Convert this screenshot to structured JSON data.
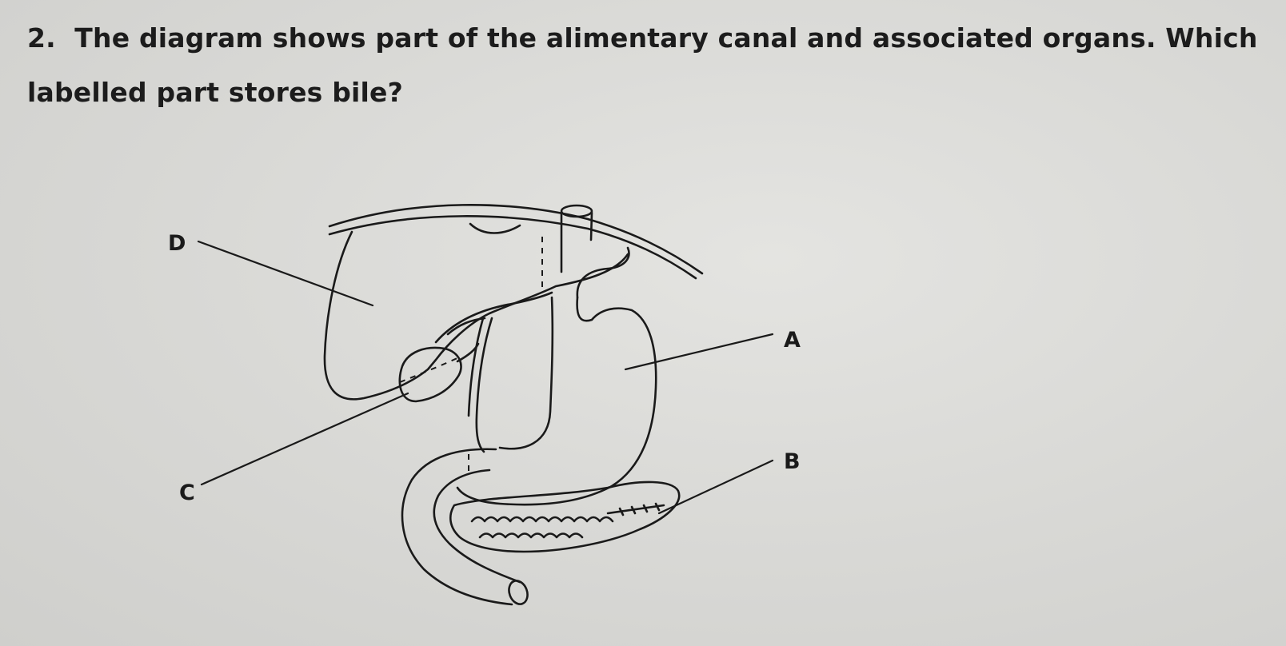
{
  "question": {
    "number": "2.",
    "text": "The diagram shows part of the alimentary canal and associated organs. Which labelled part stores bile?"
  },
  "diagram": {
    "labels": {
      "a": "A",
      "b": "B",
      "c": "C",
      "d": "D"
    }
  }
}
